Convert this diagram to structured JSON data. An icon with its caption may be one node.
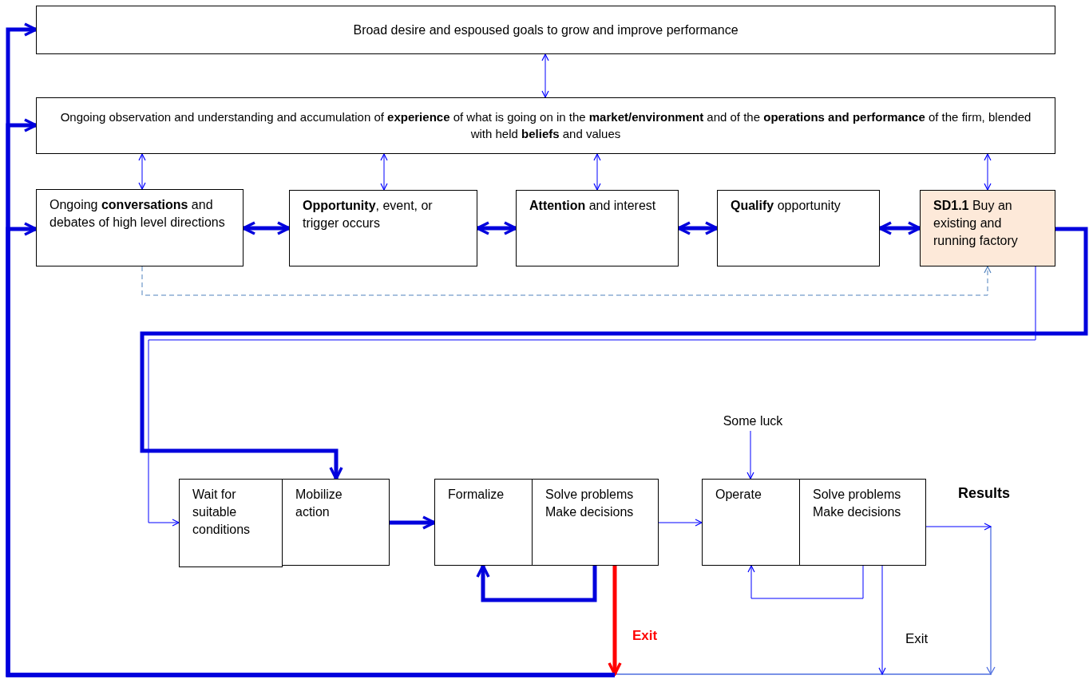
{
  "diagram": {
    "nodes": [
      {
        "text": [
          "Broad desire and espoused goals to grow and improve performance"
        ]
      },
      {
        "text": [
          "Ongoing observation and understanding and accumulation of **experience** of what is going on in the **market/environment** and of the **operations and performance** of the firm, blended with held **beliefs** and values"
        ]
      },
      {
        "text": [
          "Ongoing **conversations** and debates of high level directions"
        ]
      },
      {
        "text": [
          "**Opportunity**, event, or trigger occurs"
        ]
      },
      {
        "text": [
          "**Attention** and interest"
        ]
      },
      {
        "text": [
          "**Qualify** opportunity"
        ]
      },
      {
        "text": [
          "**SD1.1** Buy an existing and running factory"
        ]
      },
      {
        "text": [
          "Wait for suitable conditions"
        ]
      },
      {
        "text": [
          "Mobilize action"
        ]
      },
      {
        "text": [
          "Formalize"
        ]
      },
      {
        "text": [
          "Solve problems",
          "Make decisions"
        ]
      },
      {
        "text": [
          "Operate"
        ]
      },
      {
        "text": [
          "Solve problems",
          "Make decisions"
        ]
      },
      {
        "text": [
          "Some luck"
        ]
      }
    ],
    "edges": [
      {
        "from": 0,
        "to": 1,
        "arrow": "both"
      },
      {
        "from": 1,
        "to": 2,
        "arrow": "both"
      },
      {
        "from": 1,
        "to": 3,
        "arrow": "both"
      },
      {
        "from": 1,
        "to": 4,
        "arrow": "both"
      },
      {
        "from": 1,
        "to": 6,
        "arrow": "both"
      },
      {
        "from": 2,
        "to": 3,
        "arrow": "both",
        "style": "thick"
      },
      {
        "from": 3,
        "to": 4,
        "arrow": "both",
        "style": "thick"
      },
      {
        "from": 4,
        "to": 5,
        "arrow": "both",
        "style": "thick"
      },
      {
        "from": 5,
        "to": 6,
        "arrow": "both",
        "style": "thick"
      },
      {
        "from": 2,
        "to": 6,
        "arrow": "to",
        "style": "dashed",
        "color": "#4f81bd"
      },
      {
        "from": 6,
        "to": 8,
        "arrow": "to",
        "style": "thick"
      },
      {
        "from": 6,
        "to": 7,
        "arrow": "to"
      },
      {
        "from": 8,
        "to": 9,
        "arrow": "to",
        "style": "thick"
      },
      {
        "from": 10,
        "to": 9,
        "arrow": "to",
        "style": "thick"
      },
      {
        "from": 10,
        "to": 11,
        "arrow": "to"
      },
      {
        "from": 13,
        "to": 11,
        "arrow": "to"
      },
      {
        "from": 12,
        "to": 11,
        "arrow": "to"
      },
      {
        "from": 10,
        "to": null,
        "arrow": "to",
        "label": "Exit",
        "style": "thick",
        "color": "#ff0000"
      },
      {
        "from": 12,
        "to": null,
        "arrow": "to",
        "label": "Exit"
      },
      {
        "from": 12,
        "to": null,
        "arrow": "to"
      },
      {
        "from": null,
        "to": 0,
        "arrow": "to",
        "style": "thick"
      },
      {
        "from": null,
        "to": 1,
        "arrow": "to",
        "style": "thick"
      },
      {
        "from": null,
        "to": 2,
        "arrow": "to",
        "style": "thick"
      }
    ],
    "labels": [
      "Results"
    ]
  }
}
